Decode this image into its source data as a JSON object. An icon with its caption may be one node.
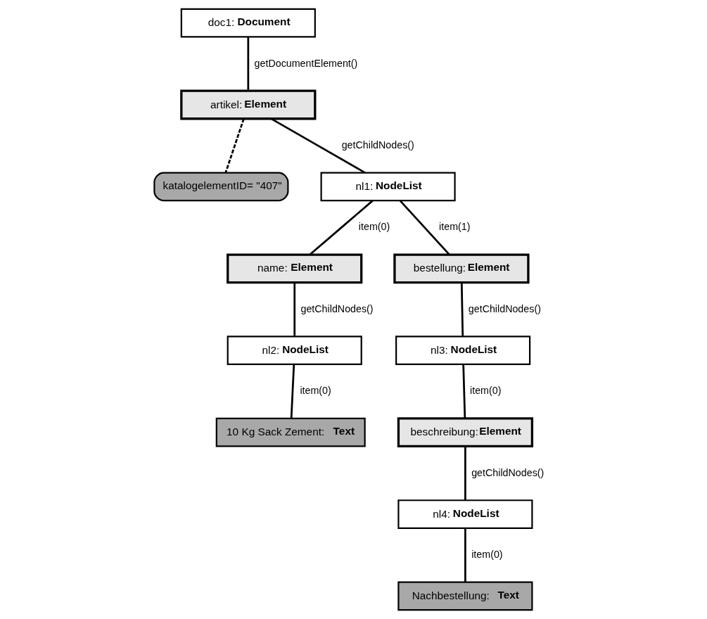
{
  "diagram": {
    "nodes": [
      {
        "text": [
          "doc1:**Document**"
        ]
      },
      {
        "text": [
          "artikel:**Element**"
        ]
      },
      {
        "text": [
          "katalogelementID= \"407\""
        ]
      },
      {
        "text": [
          "nl1:**NodeList**"
        ]
      },
      {
        "text": [
          "name:**Element**"
        ]
      },
      {
        "text": [
          "bestellung:**Element**"
        ]
      },
      {
        "text": [
          "nl2:**NodeList**"
        ]
      },
      {
        "text": [
          "10 Kg Sack Zement: **Text**"
        ]
      },
      {
        "text": [
          "nl3:**NodeList**"
        ]
      },
      {
        "text": [
          "beschreibung:**Element**"
        ]
      },
      {
        "text": [
          "nl4:**NodeList**"
        ]
      },
      {
        "text": [
          "Nachbestellung: **Text**"
        ]
      }
    ],
    "edges": [
      {
        "from": 0,
        "to": 1,
        "arrow": "none",
        "label": "getDocumentElement()"
      },
      {
        "from": 1,
        "to": 2,
        "arrow": "none",
        "style": "dashed"
      },
      {
        "from": 1,
        "to": 3,
        "arrow": "none",
        "label": "getChildNodes()"
      },
      {
        "from": 3,
        "to": 4,
        "arrow": "none",
        "label": "item(0)"
      },
      {
        "from": 3,
        "to": 5,
        "arrow": "none",
        "label": "item(1)"
      },
      {
        "from": 4,
        "to": 6,
        "arrow": "none",
        "label": "getChildNodes()"
      },
      {
        "from": 6,
        "to": 7,
        "arrow": "none",
        "label": "item(0)"
      },
      {
        "from": 5,
        "to": 8,
        "arrow": "none",
        "label": "getChildNodes()"
      },
      {
        "from": 8,
        "to": 9,
        "arrow": "none",
        "label": "item(0)"
      },
      {
        "from": 9,
        "to": 10,
        "arrow": "none",
        "label": "getChildNodes()"
      },
      {
        "from": 10,
        "to": 11,
        "arrow": "none",
        "label": "item(0)"
      }
    ]
  }
}
